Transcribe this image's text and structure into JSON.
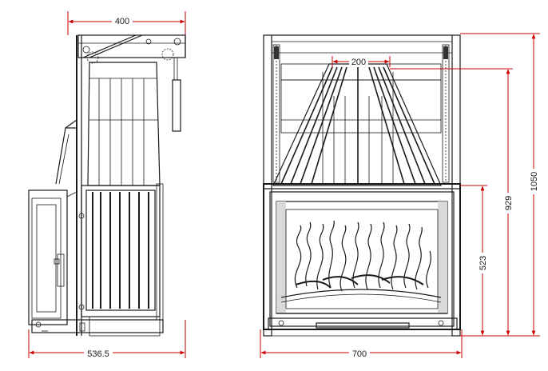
{
  "dimensions": {
    "side_top_width": "400",
    "side_bottom_depth": "536.5",
    "front_flue_width": "200",
    "front_total_width": "700",
    "front_opening_height": "523",
    "front_mid_height": "929",
    "front_total_height": "1050"
  },
  "colors": {
    "dimension_line": "#cc0000",
    "drawing_line": "#1a1a1a",
    "shading": "#d9d9d9"
  }
}
